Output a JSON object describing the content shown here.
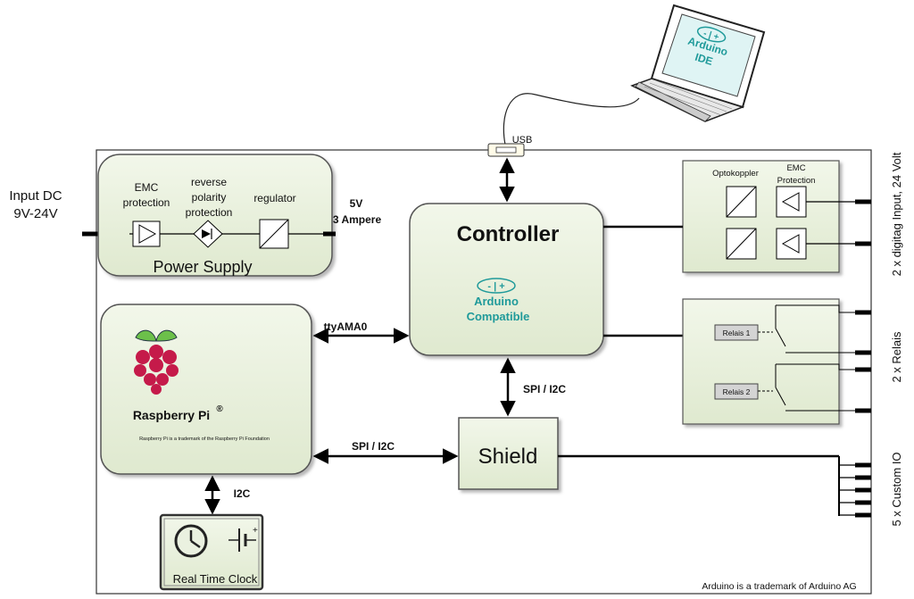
{
  "input": {
    "line1": "Input DC",
    "line2": "9V-24V"
  },
  "power_supply": {
    "title": "Power Supply",
    "emc_line1": "EMC",
    "emc_line2": "protection",
    "rev_line1": "reverse",
    "rev_line2": "polarity",
    "rev_line3": "protection",
    "regulator": "regulator",
    "out_line1": "5V",
    "out_line2": "3 Ampere"
  },
  "controller": {
    "title": "Controller",
    "logo_text": "- | +",
    "compat_line1": "Arduino",
    "compat_line2": "Compatible"
  },
  "usb": {
    "label": "USB"
  },
  "laptop": {
    "logo_text": "- | +",
    "line1": "Arduino",
    "line2": "IDE"
  },
  "raspberry": {
    "title": "Raspberry Pi",
    "reg": "®",
    "trademark": "Raspberry Pi is a trademark of the Raspberry Pi Foundation"
  },
  "links": {
    "ttyama0": "ttyAMA0",
    "spi_i2c_ctrl": "SPI / I2C",
    "spi_i2c_rpi": "SPI / I2C",
    "i2c": "I2C"
  },
  "shield": {
    "title": "Shield"
  },
  "rtc": {
    "title": "Real Time Clock"
  },
  "inputs_block": {
    "optokoppler": "Optokoppler",
    "emc_line1": "EMC",
    "emc_line2": "Protection"
  },
  "relays_block": {
    "relay1": "Relais 1",
    "relay2": "Relais 2"
  },
  "side_labels": {
    "digital": "2 x digitag Input, 24 Volt",
    "relais": "2 x Relais",
    "custom": "5 x Custom IO"
  },
  "footer": {
    "trademark": "Arduino is a trademark of Arduino AG"
  },
  "colors": {
    "box_fill": "#e6efd8",
    "teal": "#1f9a9a",
    "raspberry_red": "#c51a4a",
    "leaf_green": "#6cc04a"
  }
}
